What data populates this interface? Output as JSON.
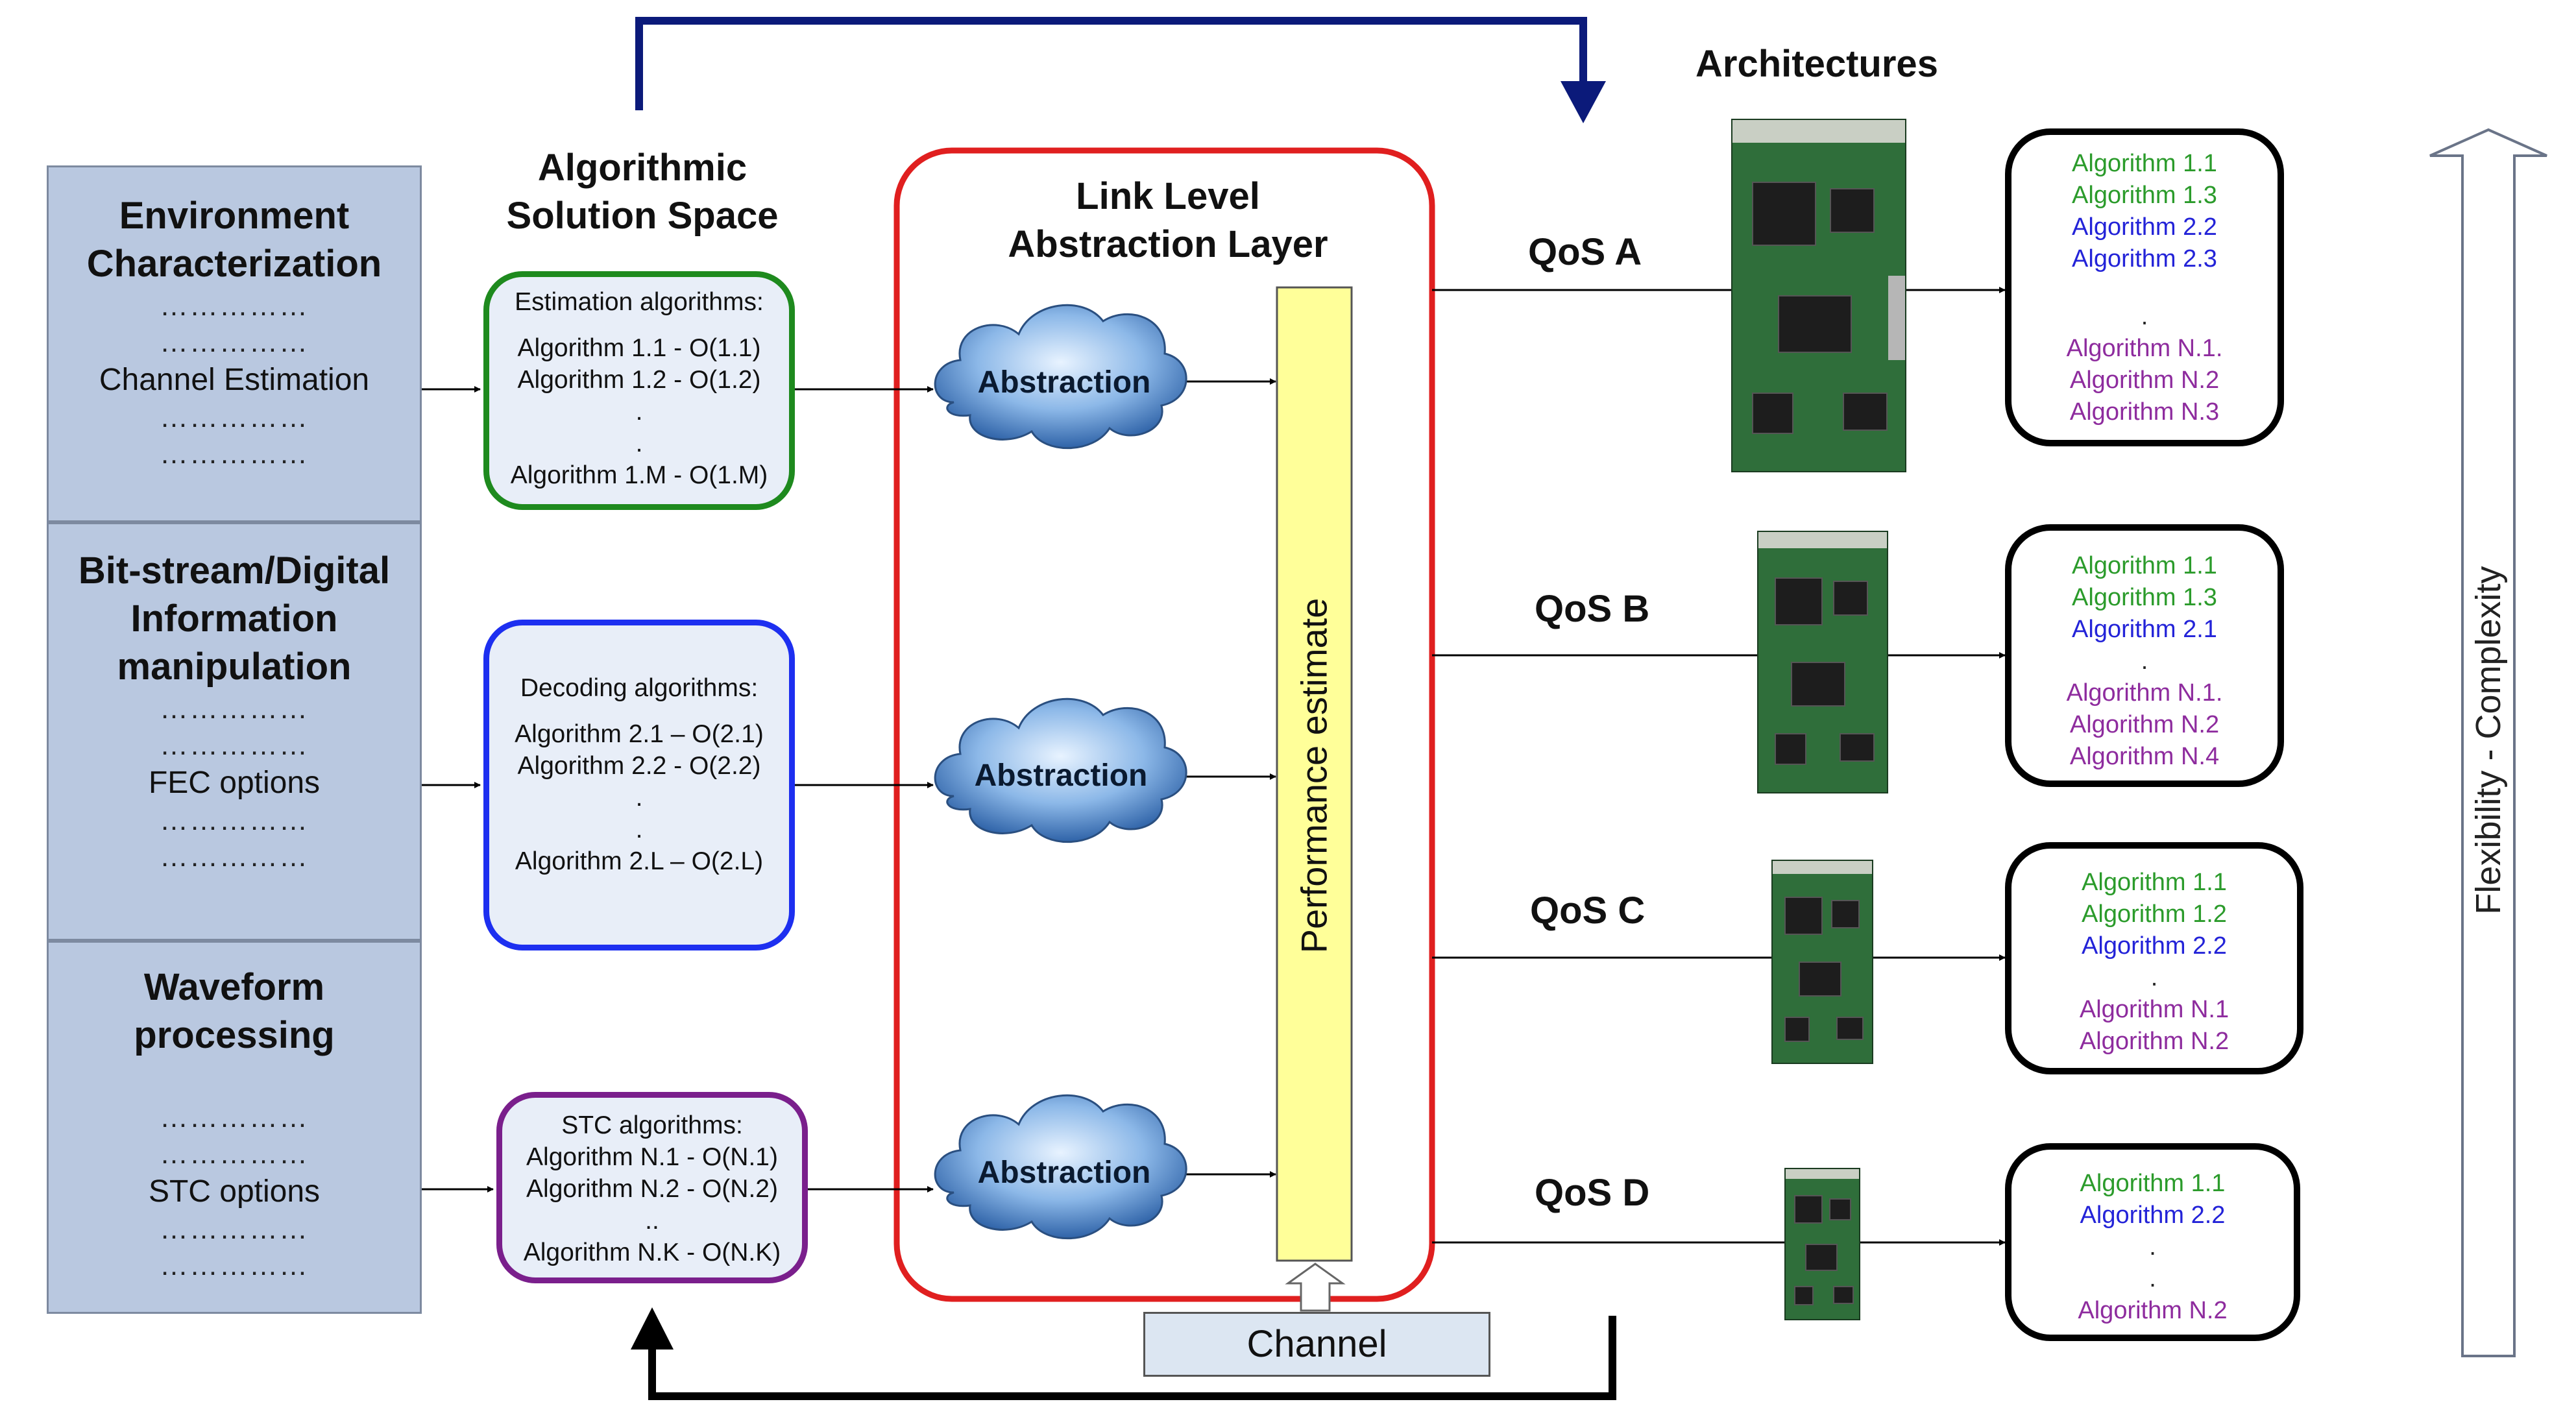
{
  "headers": {
    "architectures": "Architectures",
    "solution_space": [
      "Algorithmic",
      "Solution Space"
    ],
    "link_level": [
      "Link Level",
      "Abstraction Layer"
    ]
  },
  "environment": [
    {
      "title": [
        "Environment",
        "Characterization"
      ],
      "dots_before": [
        "……………",
        "……………"
      ],
      "label": "Channel Estimation",
      "dots_after": [
        "……………",
        "……………"
      ]
    },
    {
      "title": [
        "Bit-stream/Digital",
        "Information",
        "manipulation"
      ],
      "dots_before": [
        "……………",
        "……………"
      ],
      "label": "FEC options",
      "dots_after": [
        "……………",
        "……………"
      ]
    },
    {
      "title": [
        "Waveform",
        "processing"
      ],
      "dots_before": [
        "……………",
        "……………"
      ],
      "label": "STC options",
      "dots_after": [
        "……………",
        "……………"
      ]
    }
  ],
  "algorithms": [
    {
      "lines": [
        "Estimation algorithms:",
        "",
        "Algorithm 1.1 - O(1.1)",
        "Algorithm 1.2 - O(1.2)",
        ".",
        ".",
        "Algorithm 1.M - O(1.M)"
      ],
      "border": "#1e8a1e"
    },
    {
      "lines": [
        "Decoding algorithms:",
        "",
        "Algorithm 2.1 – O(2.1)",
        "Algorithm 2.2 - O(2.2)",
        ".",
        ".",
        "Algorithm 2.L – O(2.L)"
      ],
      "border": "#1d2ff0"
    },
    {
      "lines": [
        "STC algorithms:",
        "Algorithm N.1 - O(N.1)",
        "Algorithm N.2 - O(N.2)",
        "..",
        "Algorithm N.K - O(N.K)"
      ],
      "border": "#7a1f8c"
    }
  ],
  "abstraction_label": "Abstraction",
  "performance_estimate": "Performance estimate",
  "channel": "Channel",
  "qos": [
    {
      "label": "QoS A",
      "lines": [
        [
          "Algorithm 1.1",
          "g"
        ],
        [
          "Algorithm 1.3",
          "g"
        ],
        [
          "Algorithm 2.2",
          "b"
        ],
        [
          "Algorithm 2.3",
          "b"
        ],
        [
          "",
          ""
        ],
        [
          ".",
          "k"
        ],
        [
          "Algorithm N.1.",
          "p"
        ],
        [
          "Algorithm N.2",
          "p"
        ],
        [
          "Algorithm N.3",
          "p"
        ]
      ]
    },
    {
      "label": "QoS B",
      "lines": [
        [
          "Algorithm 1.1",
          "g"
        ],
        [
          "Algorithm 1.3",
          "g"
        ],
        [
          "Algorithm 2.1",
          "b"
        ],
        [
          ".",
          "k"
        ],
        [
          "Algorithm N.1.",
          "p"
        ],
        [
          "Algorithm N.2",
          "p"
        ],
        [
          "Algorithm N.4",
          "p"
        ]
      ]
    },
    {
      "label": "QoS C",
      "lines": [
        [
          "Algorithm 1.1",
          "g"
        ],
        [
          "Algorithm 1.2",
          "g"
        ],
        [
          "Algorithm 2.2",
          "b"
        ],
        [
          ".",
          "k"
        ],
        [
          "Algorithm N.1",
          "p"
        ],
        [
          "Algorithm N.2",
          "p"
        ]
      ]
    },
    {
      "label": "QoS D",
      "lines": [
        [
          "Algorithm 1.1",
          "g"
        ],
        [
          "Algorithm 2.2",
          "b"
        ],
        [
          ".",
          "k"
        ],
        [
          ".",
          "k"
        ],
        [
          "Algorithm N.2",
          "p"
        ]
      ]
    }
  ],
  "axis_label": "Flexibility - Complexity",
  "colors": {
    "g": "#2b9b2b",
    "b": "#2323d8",
    "p": "#8e2c9e",
    "k": "#222222",
    "red": "#e01f1f",
    "navy": "#0b1a7a",
    "yellow": "#ffff99"
  }
}
